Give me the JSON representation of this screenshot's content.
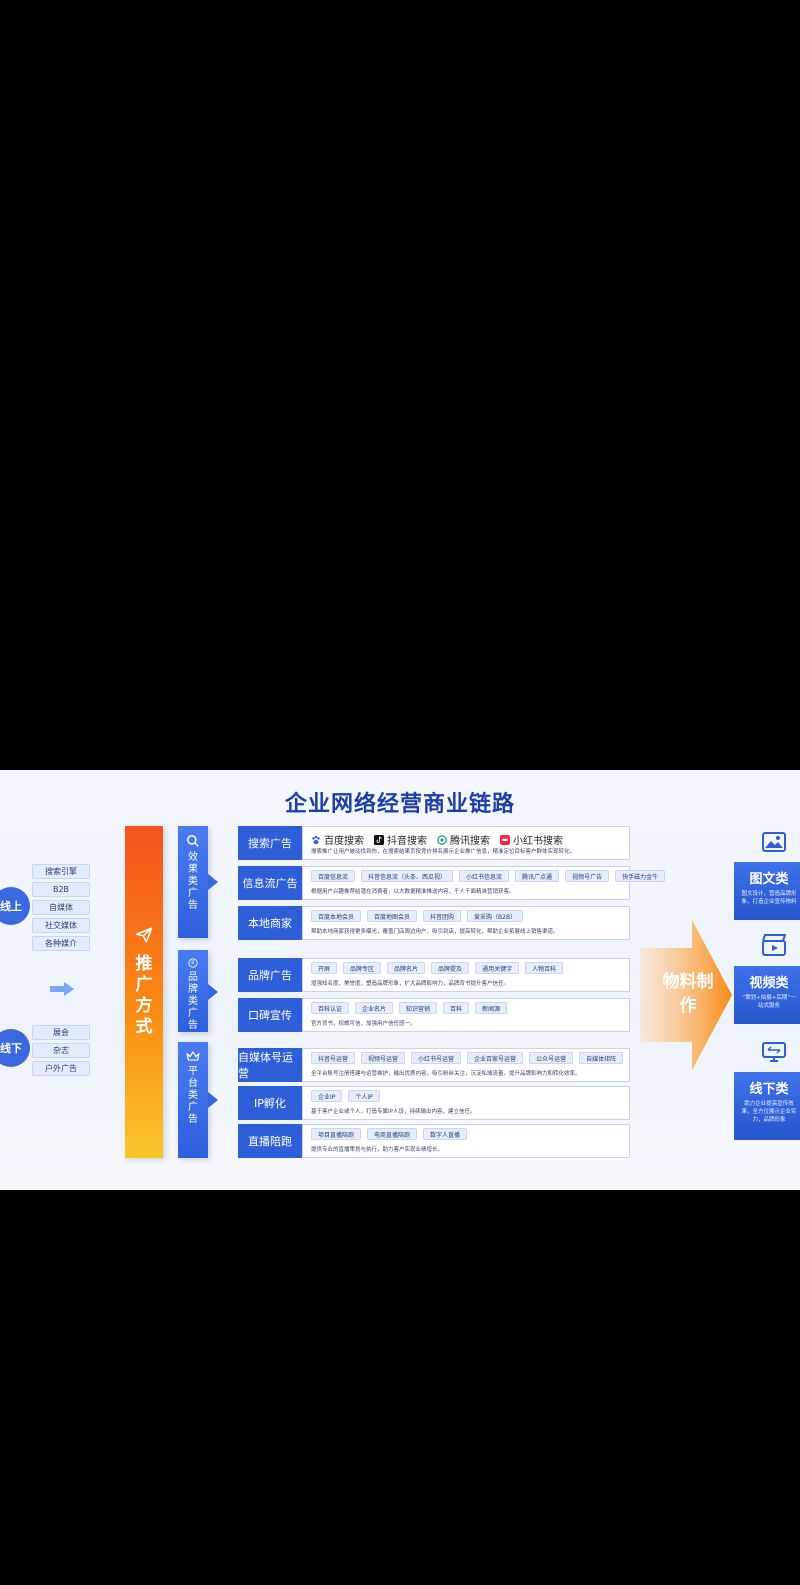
{
  "title": "企业网络经营商业链路",
  "online": {
    "label": "线上",
    "items": [
      "搜索引擎",
      "B2B",
      "自媒体",
      "社交媒体",
      "各种媒介"
    ]
  },
  "offline": {
    "label": "线下",
    "items": [
      "展会",
      "杂志",
      "户外广告"
    ]
  },
  "main_label": "推广方式",
  "categories": {
    "effect": "效果类广告",
    "brand": "品牌类广告",
    "platform": "平台类广告"
  },
  "rows": {
    "search": {
      "label": "搜索广告",
      "logos": [
        "百度搜索",
        "抖音搜索",
        "腾讯搜索",
        "小红书搜索"
      ],
      "desc": "搜索推广让用户被动找到你，在搜索结果页按竞价排名展示企业推广信息，精准定位目标客户群体实现转化。"
    },
    "feed": {
      "label": "信息流广告",
      "pills": [
        "百度信息流",
        "抖音信息流（头条、西瓜视）",
        "小红书信息流",
        "腾讯广点通",
        "视频号广告",
        "快手磁力金牛"
      ],
      "desc": "根据用户兴趣推荐给潜在消费者，以大数据精准推送内容，千人千面精准营销获客。"
    },
    "local": {
      "label": "本地商家",
      "pills": [
        "百度本地会员",
        "百度地图会员",
        "抖音团购",
        "爱采购（B2B）"
      ],
      "desc": "帮助本地商家获得更多曝光，覆盖门店周边用户，吸引到店，提高转化，帮助企业拓展线上销售渠道。"
    },
    "brand_ad": {
      "label": "品牌广告",
      "pills": [
        "开屏",
        "品牌专区",
        "品牌名片",
        "品牌提及",
        "通用关键字",
        "人物百科"
      ],
      "desc": "增强知名度、美誉度，塑造品牌形象，扩大品牌影响力，品牌背书提升客户信任。"
    },
    "wom": {
      "label": "口碑宣传",
      "pills": [
        "百科认证",
        "企业名片",
        "知识营销",
        "百科",
        "新闻源"
      ],
      "desc": "官方背书，权威可信，加强用户信任感一。"
    },
    "media": {
      "label": "自媒体号运营",
      "pills": [
        "抖音号运营",
        "视频号运营",
        "小红书号运营",
        "企业百家号运营",
        "公众号运营",
        "自媒体矩阵"
      ],
      "desc": "全平台账号注册搭建与运营维护，输出优质内容，吸引粉丝关注，沉淀私域流量，提升品牌影响力和转化效率。"
    },
    "ip": {
      "label": "IP孵化",
      "pills": [
        "企业IP",
        "个人IP"
      ],
      "desc": "基于客户企业或个人，打造专属IP人设，持续输出内容，建立信任。"
    },
    "live": {
      "label": "直播陪跑",
      "pills": [
        "项目直播陪跑",
        "电商直播陪跑",
        "数字人直播"
      ],
      "desc": "提供专业的直播策划与执行，助力客户实现业绩增长。"
    }
  },
  "material": "物料制作",
  "right_cards": [
    {
      "title": "图文类",
      "desc": "图文设计，营造品牌形象，打造企业宣传物料"
    },
    {
      "title": "视频类",
      "desc": "“策划+拍摄+后期”一站式服务"
    },
    {
      "title": "线下类",
      "desc": "助力企业提高宣传效果，全方位展示企业实力，品牌形象"
    }
  ],
  "colors": {
    "primary_blue": "#2f5fd8",
    "title_blue": "#1f3fa8",
    "orange_top": "#f5521c",
    "orange_bottom": "#f8c62a"
  }
}
